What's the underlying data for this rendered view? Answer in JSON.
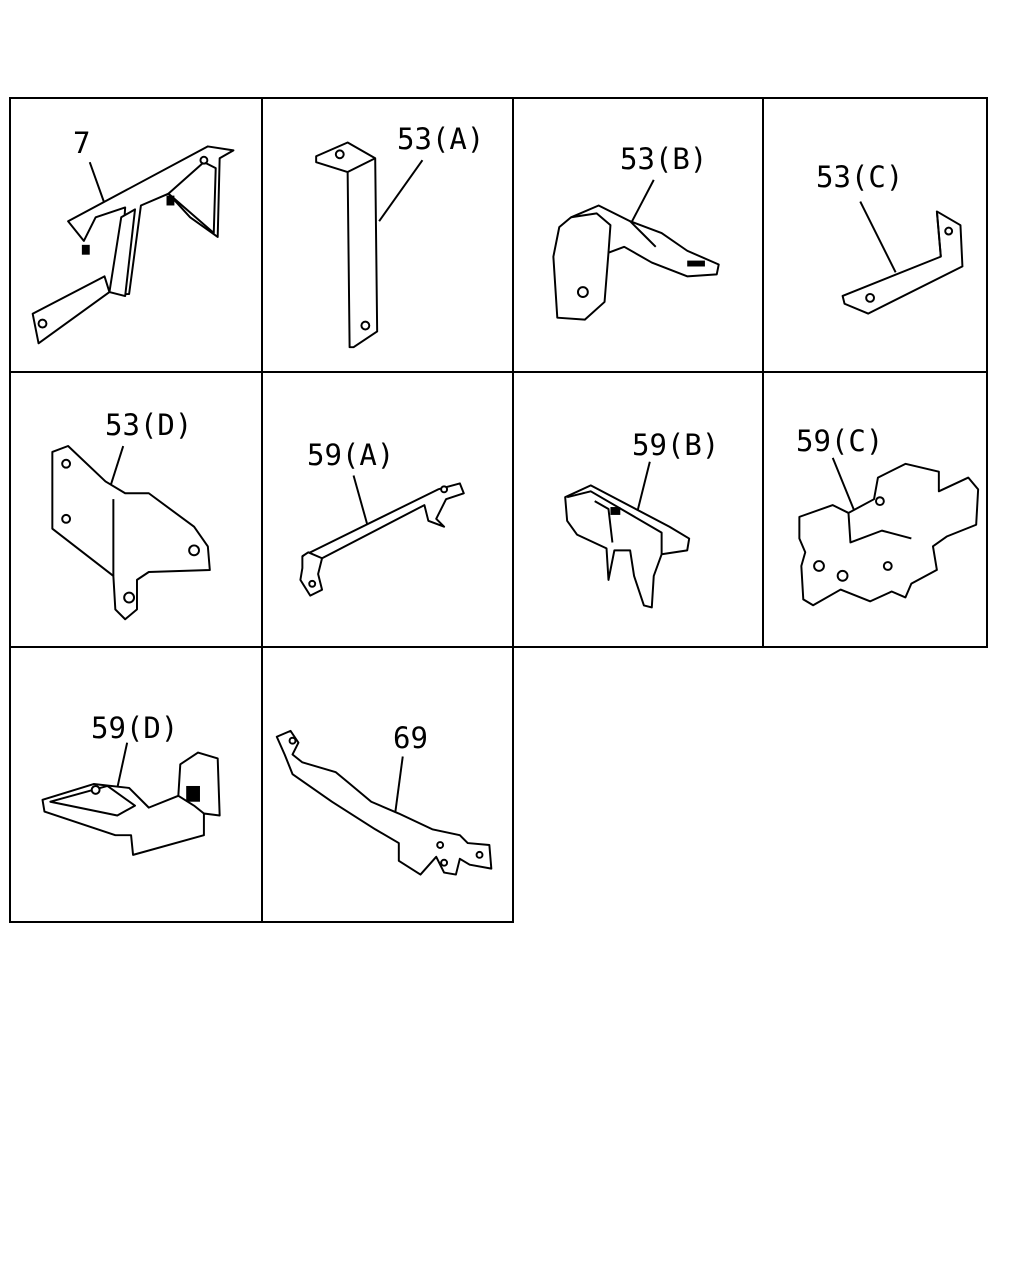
{
  "parts": [
    {
      "id": "p7",
      "label": "7"
    },
    {
      "id": "p53a",
      "label": "53(A)"
    },
    {
      "id": "p53b",
      "label": "53(B)"
    },
    {
      "id": "p53c",
      "label": "53(C)"
    },
    {
      "id": "p53d",
      "label": "53(D)"
    },
    {
      "id": "p59a",
      "label": "59(A)"
    },
    {
      "id": "p59b",
      "label": "59(B)"
    },
    {
      "id": "p59c",
      "label": "59(C)"
    },
    {
      "id": "p59d",
      "label": "59(D)"
    },
    {
      "id": "p69",
      "label": "69"
    }
  ]
}
